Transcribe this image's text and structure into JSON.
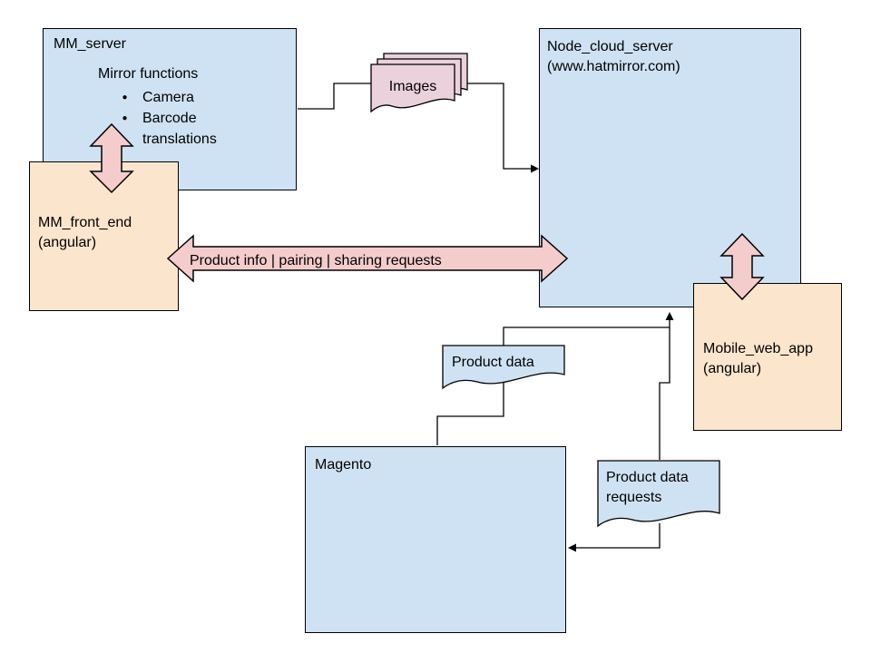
{
  "diagram": {
    "nodes": {
      "mm_server": {
        "title": "MM_server",
        "subtitle": "Mirror functions",
        "bullets": [
          "Camera",
          "Barcode translations"
        ]
      },
      "node_cloud_server": {
        "title": "Node_cloud_server",
        "subtitle": "(www.hatmirror.com)"
      },
      "mm_front_end": {
        "title": "MM_front_end",
        "subtitle": "(angular)"
      },
      "mobile_web_app": {
        "title": "Mobile_web_app",
        "subtitle": "(angular)"
      },
      "magento": {
        "title": "Magento"
      }
    },
    "documents": {
      "images": {
        "label": "Images"
      },
      "product_data": {
        "label": "Product data"
      },
      "product_data_requests": {
        "label": "Product data requests"
      }
    },
    "flows": {
      "front_end_cloud_label": "Product info | pairing | sharing requests"
    },
    "colors": {
      "background": "#ffffff",
      "box_blue": "#cfe2f3",
      "box_peach": "#fce5cd",
      "arrow_pink": "#f4cccc",
      "doc_pink": "#ead1dc",
      "border": "#000000",
      "line": "#000000",
      "text": "#000000"
    }
  }
}
